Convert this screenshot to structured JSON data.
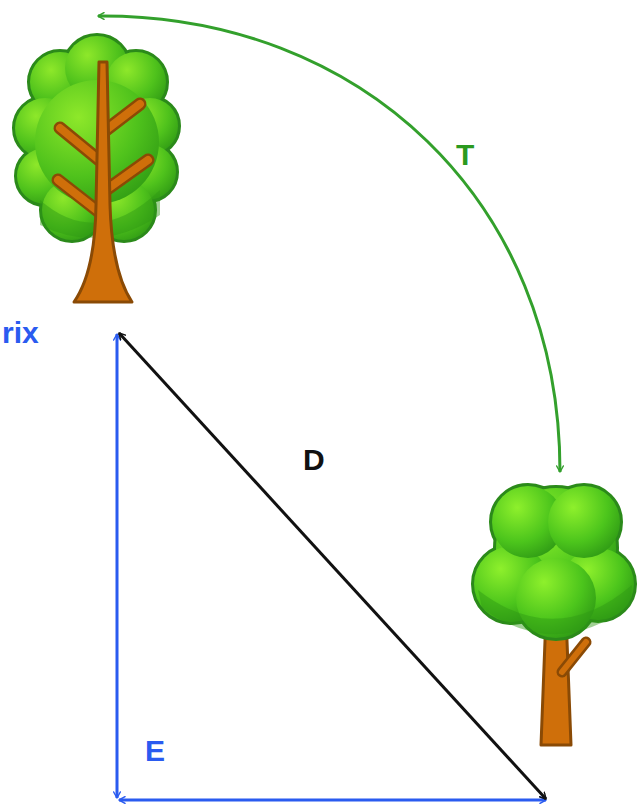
{
  "diagram": {
    "labels": [
      "rix",
      "T",
      "D",
      "E"
    ]
  }
}
